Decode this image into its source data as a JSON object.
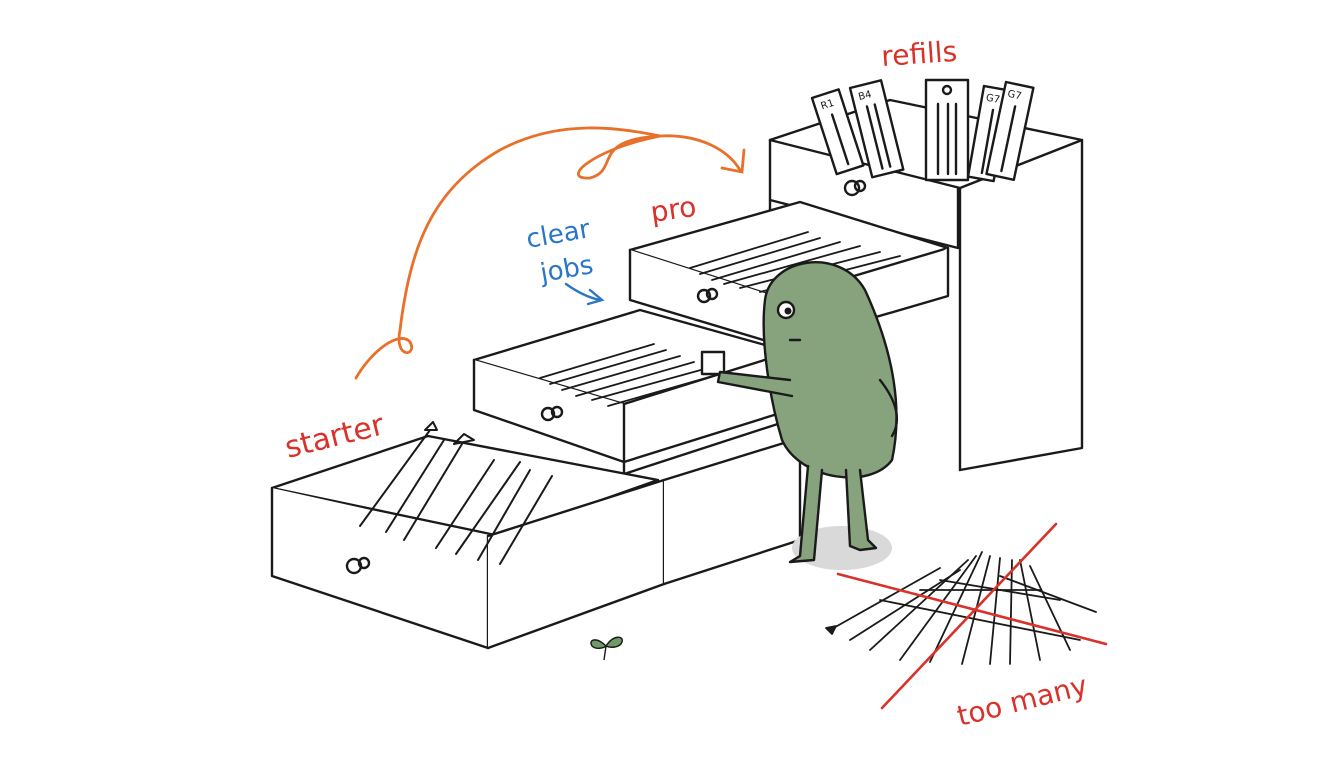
{
  "labels": {
    "starter": "starter",
    "clear_jobs_line1": "clear",
    "clear_jobs_line2": "jobs",
    "pro": "pro",
    "refills": "refills",
    "too_many": "too many"
  },
  "refill_packs": [
    "R1",
    "B4",
    "",
    "G7",
    "G7"
  ],
  "colors": {
    "red": "#d8322a",
    "orange": "#e8702a",
    "blue": "#2a76c8",
    "creature": "#86a37d",
    "ink": "#1a1a1a",
    "sprout": "#6f9c66"
  }
}
